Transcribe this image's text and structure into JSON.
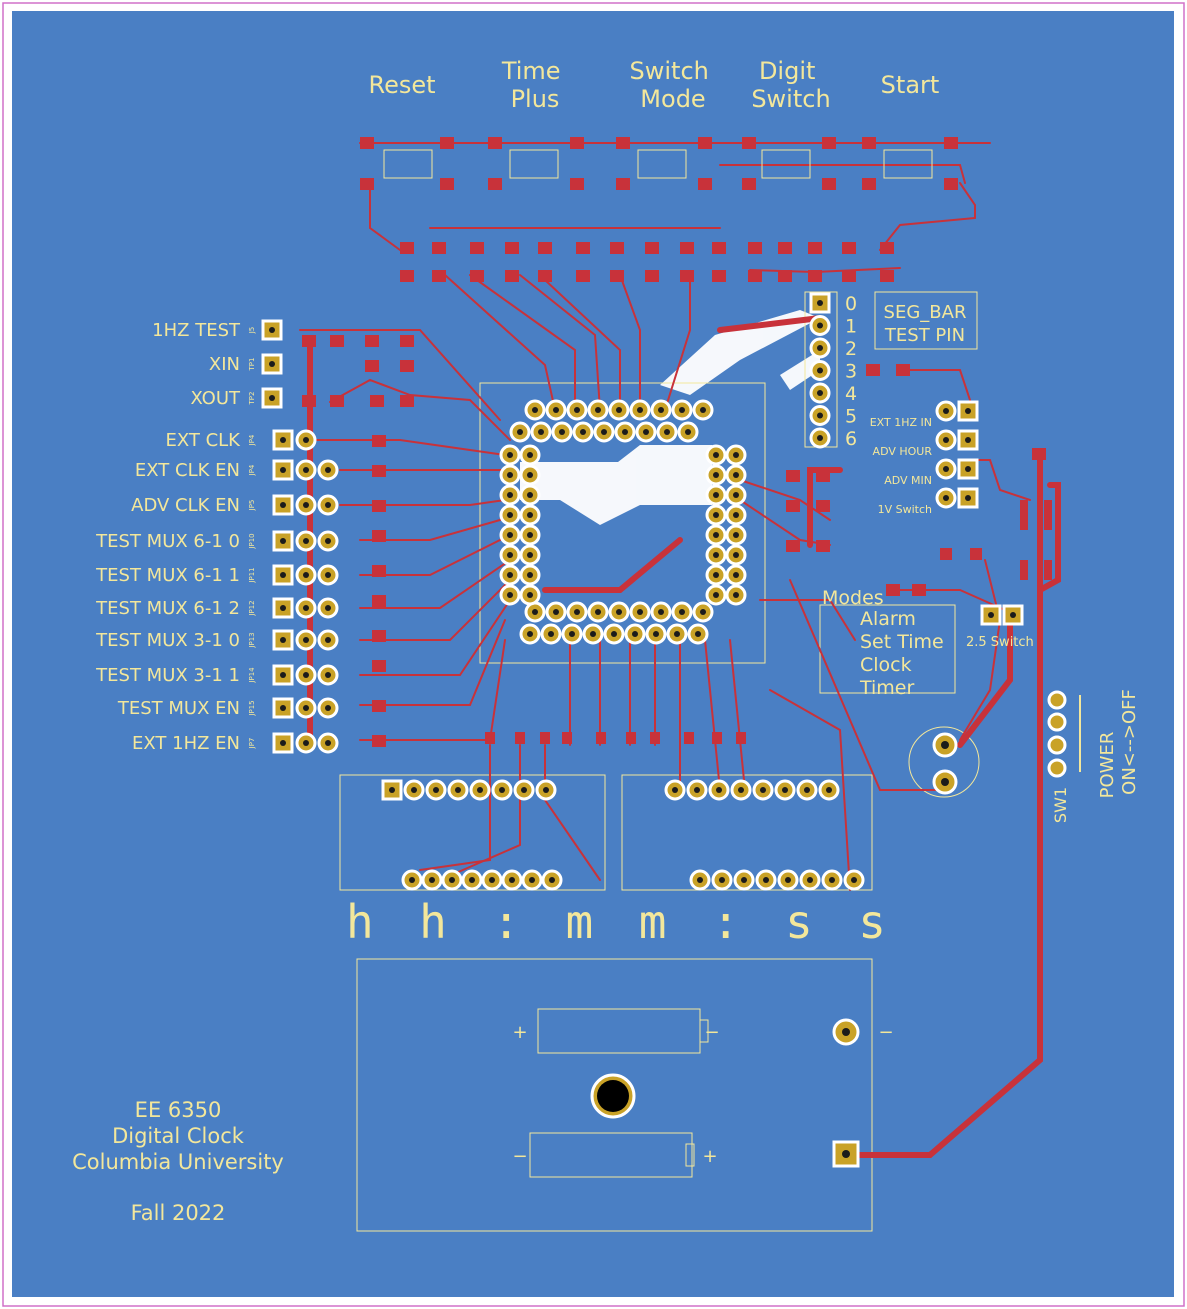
{
  "board": {
    "colors": {
      "background": "#4a7fc4",
      "trace": "#c8323a",
      "silkscreen": "#f3e79b",
      "copper_pad": "#c9a227",
      "outline": "#d070c8",
      "pour": "#ffffff"
    },
    "buttons": [
      "Reset",
      "Time\nPlus",
      "Switch\nMode",
      "Digit\nSwitch",
      "Start"
    ],
    "left_labels": [
      "1HZ TEST",
      "XIN",
      "XOUT",
      "EXT CLK",
      "EXT CLK EN",
      "ADV CLK EN",
      "TEST MUX 6-1 0",
      "TEST MUX 6-1 1",
      "TEST MUX 6-1 2",
      "TEST MUX 3-1 0",
      "TEST MUX 3-1 1",
      "TEST MUX EN",
      "EXT 1HZ EN"
    ],
    "left_refs": [
      "J5",
      "TP1",
      "TP2",
      "JP4",
      "JP4",
      "JP5",
      "JP10",
      "JP11",
      "JP12",
      "JP13",
      "JP14",
      "JP15",
      "JP7"
    ],
    "seg_bar": {
      "title_line1": "SEG_BAR",
      "title_line2": "TEST PIN",
      "pins": [
        "0",
        "1",
        "2",
        "3",
        "4",
        "5",
        "6"
      ]
    },
    "right_headers": [
      "EXT 1HZ IN",
      "ADV HOUR",
      "ADV MIN",
      "1V Switch"
    ],
    "modes": {
      "title": "Modes",
      "items": [
        "Alarm",
        "Set Time",
        "Clock",
        "Timer"
      ]
    },
    "switch_label": "2.5 Switch",
    "power": {
      "label": "POWER",
      "sub": "ON<-->OFF",
      "ref": "SW1"
    },
    "display_legend": "h h : m m : s s",
    "footer": [
      "EE 6350",
      "Digital Clock",
      "Columbia University",
      "",
      "Fall 2022"
    ],
    "battery_signs": [
      "+",
      "−",
      "−",
      "+",
      "−"
    ]
  }
}
